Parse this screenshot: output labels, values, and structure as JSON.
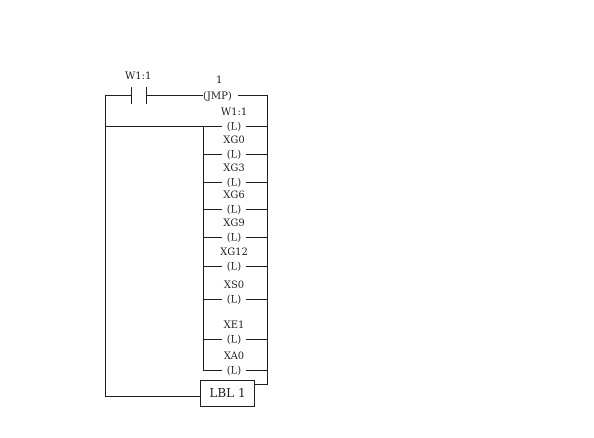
{
  "contact": {
    "label": "W1:1"
  },
  "jump": {
    "number": "1",
    "coil": "(JMP)"
  },
  "coils": [
    {
      "label": "W1:1",
      "coil": "(L)"
    },
    {
      "label": "XG0",
      "coil": "(L)"
    },
    {
      "label": "XG3",
      "coil": "(L)"
    },
    {
      "label": "XG6",
      "coil": "(L)"
    },
    {
      "label": "XG9",
      "coil": "(L)"
    },
    {
      "label": "XG12",
      "coil": "(L)"
    },
    {
      "label": "XS0",
      "coil": "(L)"
    },
    {
      "label": "XE1",
      "coil": "(L)"
    },
    {
      "label": "XA0",
      "coil": "(L)"
    }
  ],
  "label_block": {
    "text": "LBL 1"
  }
}
